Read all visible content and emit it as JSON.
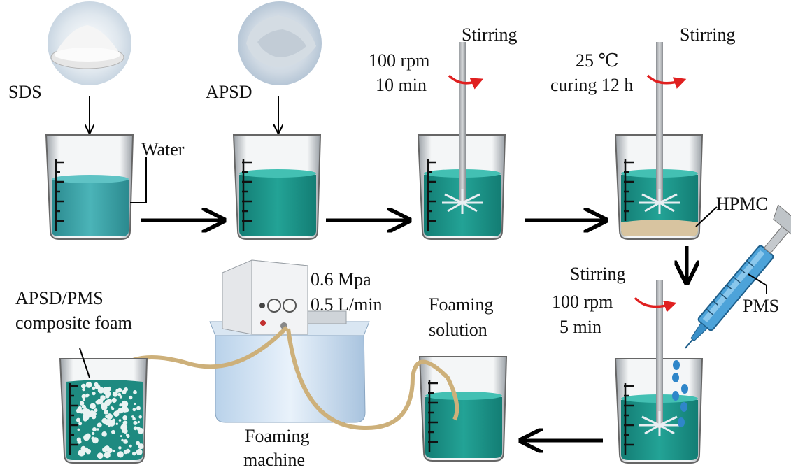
{
  "steps": {
    "sds": "SDS",
    "apsd": "APSD",
    "water": "Water",
    "stir1": {
      "title": "Stirring",
      "line1": "100 rpm",
      "line2": "10 min"
    },
    "stir2": {
      "title": "Stirring",
      "line1": "25 ℃",
      "line2": "curing 12 h"
    },
    "hpmc": "HPMC",
    "stir3": {
      "title": "Stirring",
      "line1": "100 rpm",
      "line2": "5 min"
    },
    "pms": "PMS",
    "foaming_solution": {
      "line1": "Foaming",
      "line2": "solution"
    },
    "machine": {
      "pressure": "0.6 Mpa",
      "flow": "0.5 L/min",
      "line1": "Foaming",
      "line2": "machine"
    },
    "foam": {
      "line1": "APSD/PMS",
      "line2": "composite foam"
    }
  },
  "colors": {
    "liquid": "#1f9a8f",
    "liquid_top": "#45c2b6",
    "water": "#3aa5a8",
    "hpmc": "#d8c4a0",
    "tube": "#cdb07a",
    "arrow_red": "#e02020",
    "syringe": "#3a8fc8"
  }
}
